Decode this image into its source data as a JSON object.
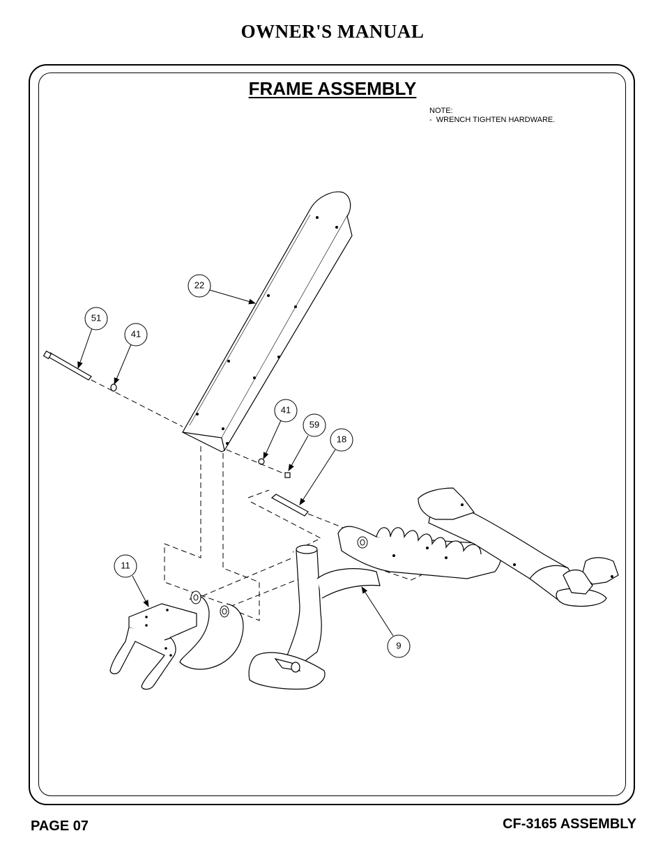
{
  "header": {
    "title": "OWNER'S MANUAL"
  },
  "section": {
    "title": "FRAME ASSEMBLY"
  },
  "note": {
    "heading": "NOTE:",
    "line1": "-  WRENCH TIGHTEN HARDWARE."
  },
  "callouts": {
    "c22": "22",
    "c51": "51",
    "c41a": "41",
    "c41b": "41",
    "c59": "59",
    "c18": "18",
    "c11": "11",
    "c9": "9"
  },
  "footer": {
    "page": "PAGE 07",
    "model": "CF-3165 ASSEMBLY"
  }
}
